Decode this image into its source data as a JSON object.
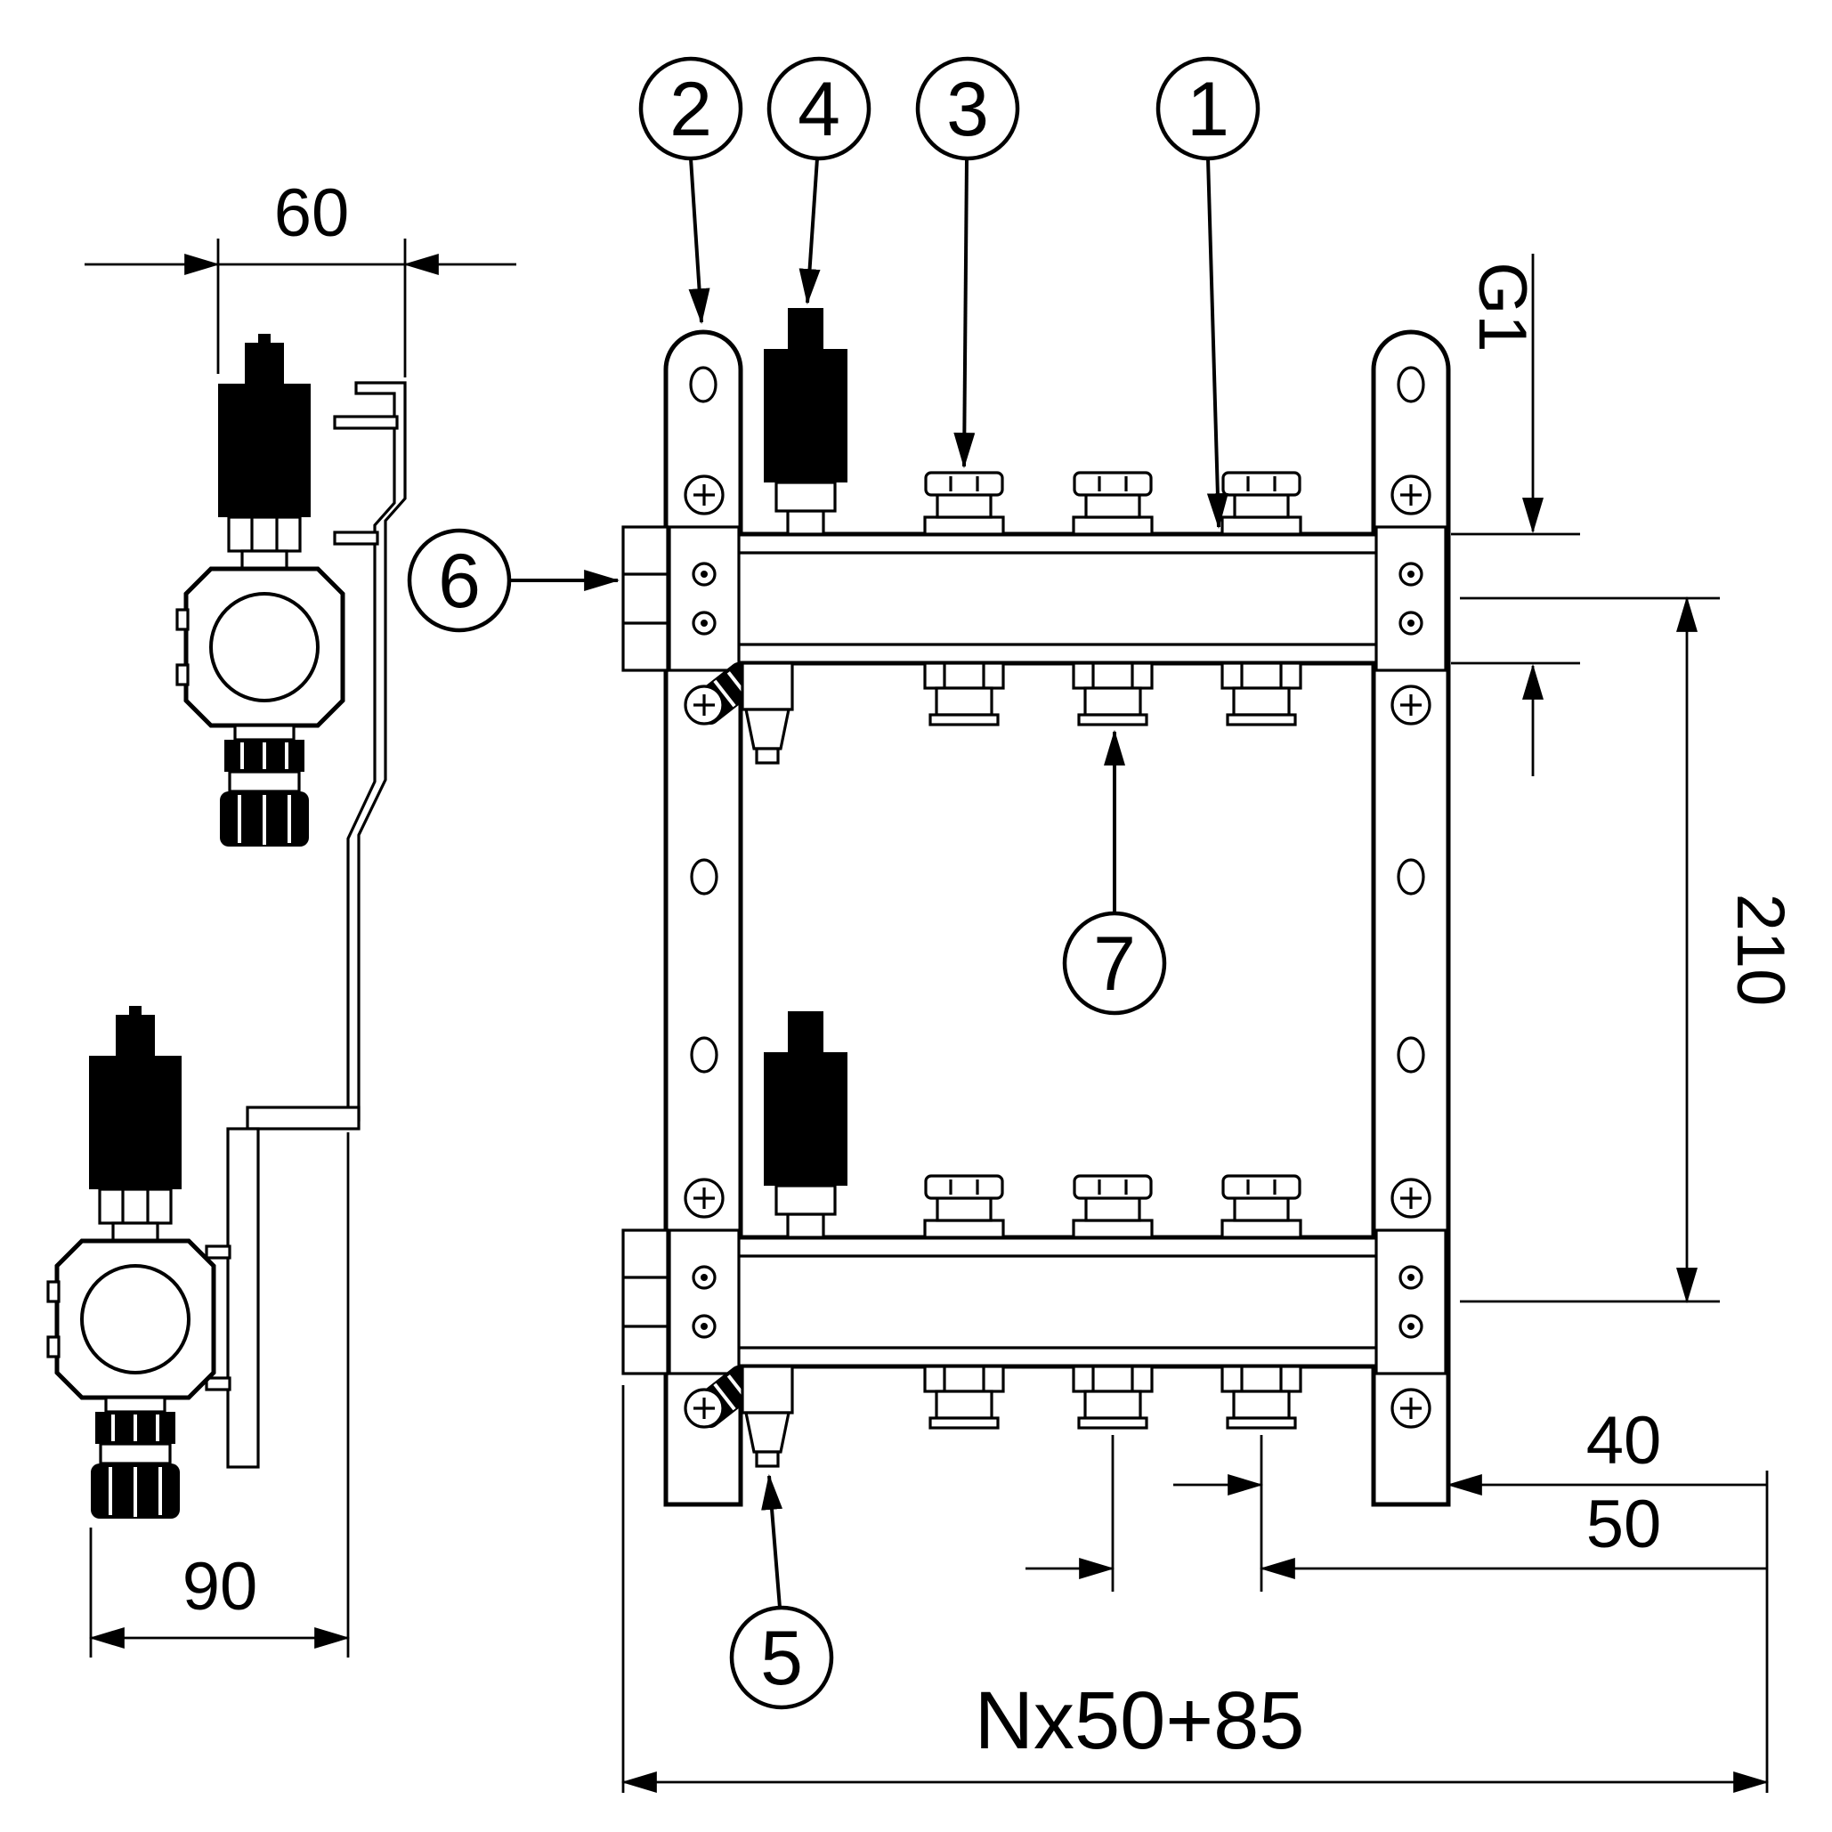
{
  "page": {
    "background": "#ffffff",
    "line_color": "#000000"
  },
  "callouts": {
    "c1": "1",
    "c2": "2",
    "c3": "3",
    "c4": "4",
    "c5": "5",
    "c6": "6",
    "c7": "7"
  },
  "dimensions": {
    "bracket_width": "60",
    "bracket_depth": "90",
    "beam_spacing": "210",
    "end_offset": "40",
    "outlet_spacing": "50",
    "total_length": "Nx50+85",
    "main_thread": "G1"
  }
}
